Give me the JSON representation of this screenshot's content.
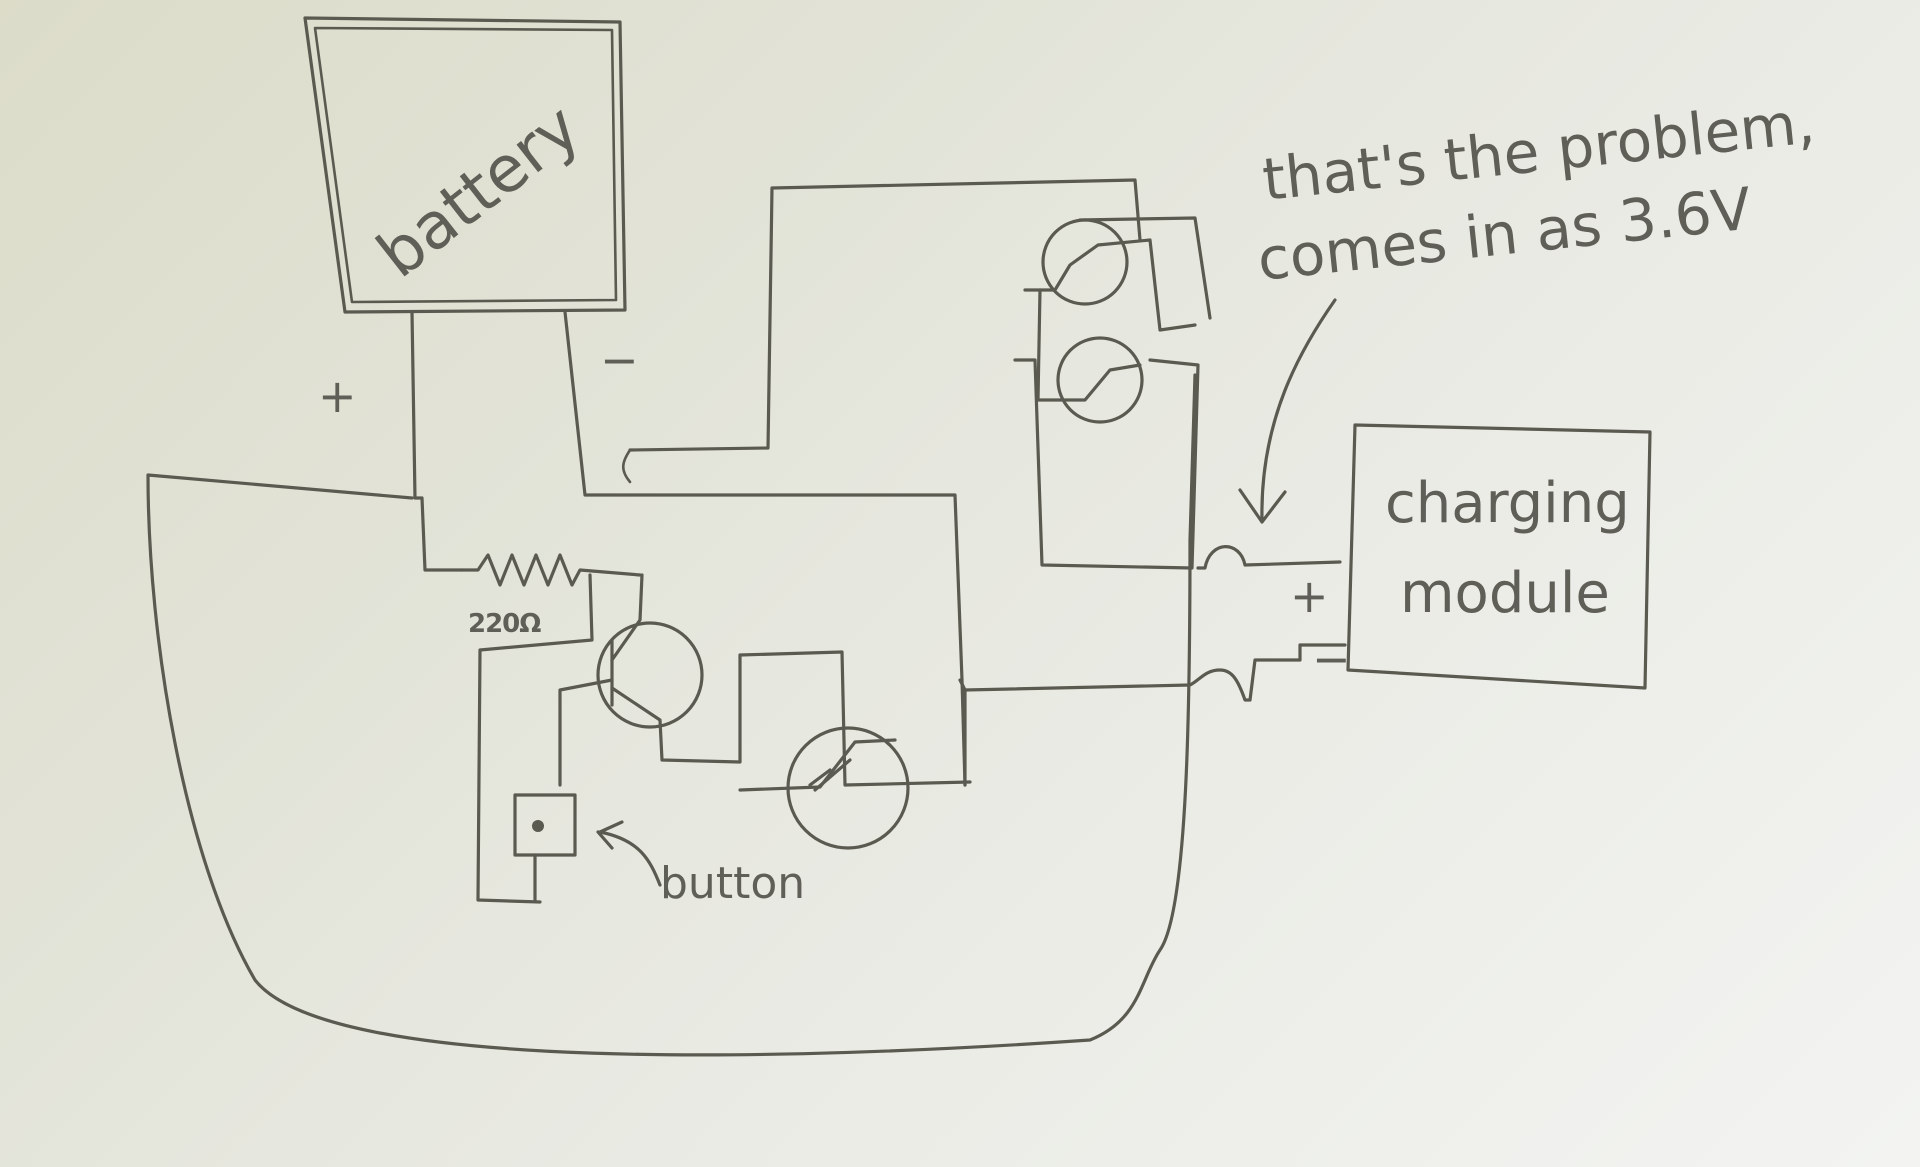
{
  "battery": {
    "label": "battery",
    "plus": "+",
    "minus": "−"
  },
  "resistor": {
    "label": "220Ω"
  },
  "button": {
    "label": "button"
  },
  "charging_module": {
    "line1": "charging",
    "line2": "module",
    "plus": "+",
    "minus": "−"
  },
  "annotation": {
    "line1": "that's the problem,",
    "line2": "comes in as 3.6V"
  },
  "colors": {
    "paper": "#e4e5dc",
    "ink": "#5a5a50"
  }
}
